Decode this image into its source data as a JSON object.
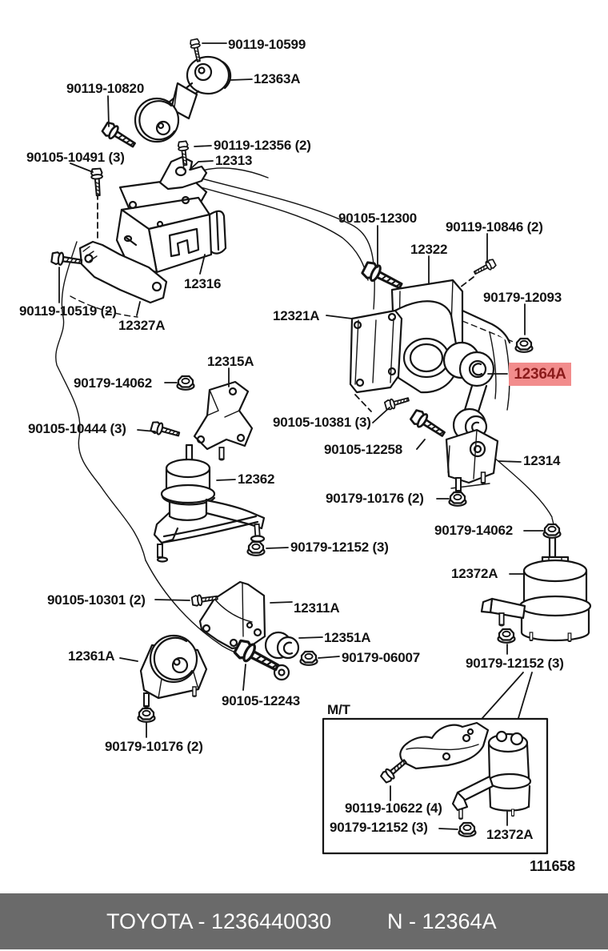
{
  "diagram": {
    "inset_title": "M/T",
    "diagram_number": "111658",
    "highlight": {
      "label": "12364A",
      "style": "background-color:#f28c8c;color:#8b1b1b"
    },
    "footer": {
      "left": "TOYOTA - 1236440030",
      "right": "N - 12364A",
      "style": "background-color:#6a6a6a;color:#ffffff"
    },
    "parts": {
      "p90119_10599": "90119-10599",
      "p12363a": "12363A",
      "p90119_10820": "90119-10820",
      "p90119_12356": "90119-12356 (2)",
      "p12313": "12313",
      "p90105_10491": "90105-10491 (3)",
      "p12316": "12316",
      "p90119_10519": "90119-10519 (2)",
      "p12327a": "12327A",
      "p90105_12300": "90105-12300",
      "p12322": "12322",
      "p90119_10846": "90119-10846 (2)",
      "p90179_12093": "90179-12093",
      "p12321a": "12321A",
      "p12315a": "12315A",
      "p90179_14062": "90179-14062",
      "p90105_10444": "90105-10444 (3)",
      "p90105_10381": "90105-10381 (3)",
      "p90105_12258": "90105-12258",
      "p12314": "12314",
      "p90179_10176": "90179-10176 (2)",
      "p12372a": "12372A",
      "p12362": "12362",
      "p90179_12152": "90179-12152 (3)",
      "p90105_10301": "90105-10301 (2)",
      "p12311a": "12311A",
      "p12351a": "12351A",
      "p90179_06007": "90179-06007",
      "p12361a": "12361A",
      "p90105_12243": "90105-12243",
      "p90119_10622": "90119-10622 (4)"
    }
  }
}
